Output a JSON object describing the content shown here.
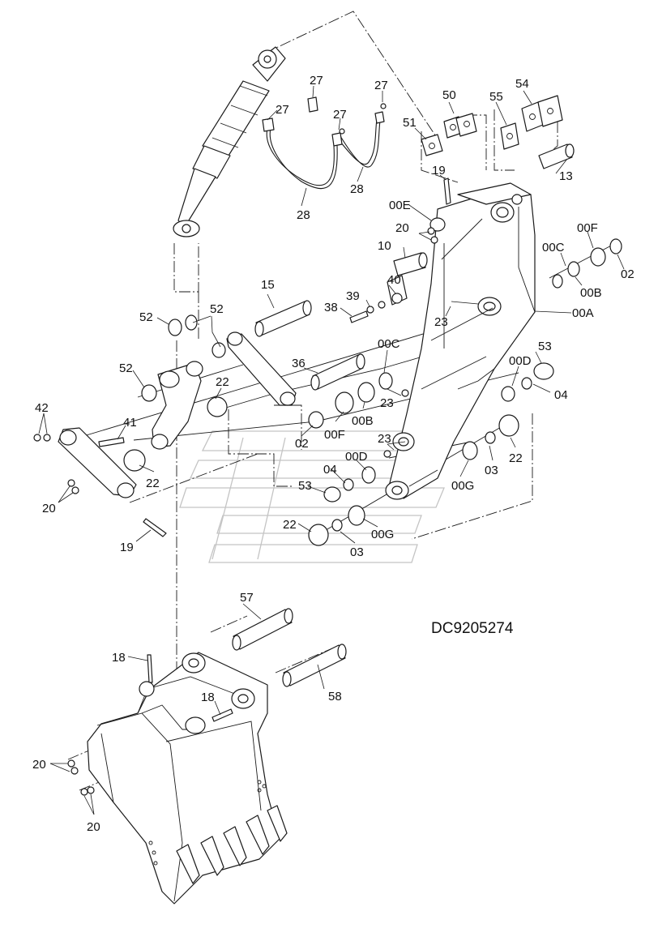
{
  "document": {
    "id": "DC9205274"
  },
  "callouts": [
    {
      "key": "c27a",
      "text": "27"
    },
    {
      "key": "c27b",
      "text": "27"
    },
    {
      "key": "c27c",
      "text": "27"
    },
    {
      "key": "c27d",
      "text": "27"
    },
    {
      "key": "c28a",
      "text": "28"
    },
    {
      "key": "c28b",
      "text": "28"
    },
    {
      "key": "c50",
      "text": "50"
    },
    {
      "key": "c54",
      "text": "54"
    },
    {
      "key": "c51",
      "text": "51"
    },
    {
      "key": "c55",
      "text": "55"
    },
    {
      "key": "c13",
      "text": "13"
    },
    {
      "key": "c19a",
      "text": "19"
    },
    {
      "key": "c00E",
      "text": "00E"
    },
    {
      "key": "c20a",
      "text": "20"
    },
    {
      "key": "c10",
      "text": "10"
    },
    {
      "key": "c00F_r",
      "text": "00F"
    },
    {
      "key": "c00C_r",
      "text": "00C"
    },
    {
      "key": "c02_r",
      "text": "02"
    },
    {
      "key": "c00B_r",
      "text": "00B"
    },
    {
      "key": "c00A",
      "text": "00A"
    },
    {
      "key": "c15",
      "text": "15"
    },
    {
      "key": "c40",
      "text": "40"
    },
    {
      "key": "c39",
      "text": "39"
    },
    {
      "key": "c38",
      "text": "38"
    },
    {
      "key": "c23a",
      "text": "23"
    },
    {
      "key": "c52a",
      "text": "52"
    },
    {
      "key": "c52b",
      "text": "52"
    },
    {
      "key": "c52c",
      "text": "52"
    },
    {
      "key": "c36",
      "text": "36"
    },
    {
      "key": "c00C_l",
      "text": "00C"
    },
    {
      "key": "c53a",
      "text": "53"
    },
    {
      "key": "c00D_r",
      "text": "00D"
    },
    {
      "key": "c04_r",
      "text": "04"
    },
    {
      "key": "c22a",
      "text": "22"
    },
    {
      "key": "c23b",
      "text": "23"
    },
    {
      "key": "c00B_l",
      "text": "00B"
    },
    {
      "key": "c00F_l",
      "text": "00F"
    },
    {
      "key": "c02_l",
      "text": "02"
    },
    {
      "key": "c42",
      "text": "42"
    },
    {
      "key": "c41",
      "text": "41"
    },
    {
      "key": "c23c",
      "text": "23"
    },
    {
      "key": "c00D_l",
      "text": "00D"
    },
    {
      "key": "c04_l",
      "text": "04"
    },
    {
      "key": "c22b",
      "text": "22"
    },
    {
      "key": "c03_r",
      "text": "03"
    },
    {
      "key": "c22c",
      "text": "22"
    },
    {
      "key": "c00G_r",
      "text": "00G"
    },
    {
      "key": "c53b",
      "text": "53"
    },
    {
      "key": "c20b",
      "text": "20"
    },
    {
      "key": "c22d",
      "text": "22"
    },
    {
      "key": "c03_l",
      "text": "03"
    },
    {
      "key": "c00G_l",
      "text": "00G"
    },
    {
      "key": "c19b",
      "text": "19"
    },
    {
      "key": "c57",
      "text": "57"
    },
    {
      "key": "c18a",
      "text": "18"
    },
    {
      "key": "c58",
      "text": "58"
    },
    {
      "key": "c18b",
      "text": "18"
    },
    {
      "key": "c20c",
      "text": "20"
    },
    {
      "key": "c20d",
      "text": "20"
    }
  ]
}
